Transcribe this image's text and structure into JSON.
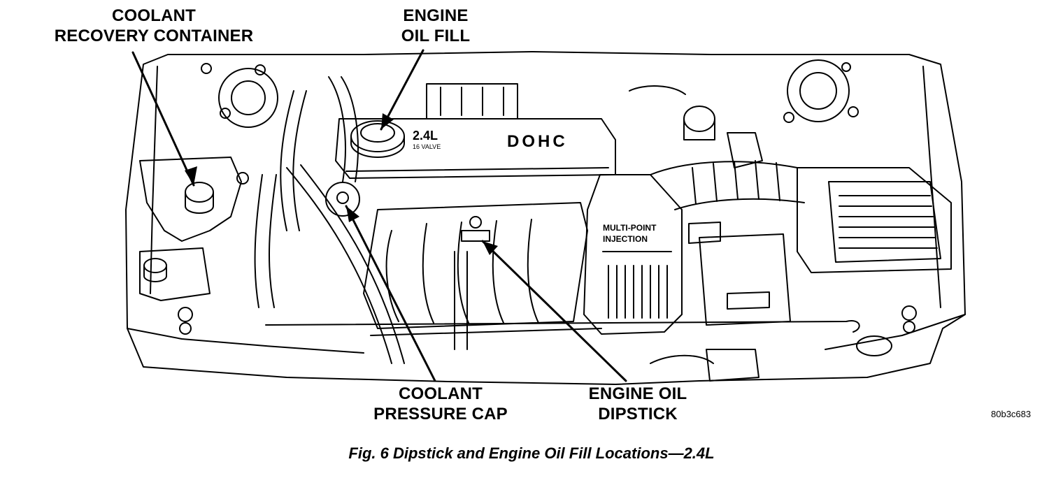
{
  "labels": {
    "coolant_recovery": [
      "COOLANT",
      "RECOVERY CONTAINER"
    ],
    "engine_oil_fill": [
      "ENGINE",
      "OIL FILL"
    ],
    "coolant_pressure_cap": [
      "COOLANT",
      "PRESSURE CAP"
    ],
    "engine_oil_dipstick": [
      "ENGINE OIL",
      "DIPSTICK"
    ]
  },
  "engine_markings": {
    "displacement": "2.4L",
    "valves": "16 VALVE",
    "cam": "DOHC",
    "intake_cover": [
      "MULTI-POINT",
      "INJECTION"
    ]
  },
  "figure_ref": "80b3c683",
  "caption": "Fig. 6 Dipstick and Engine Oil Fill Locations—2.4L"
}
